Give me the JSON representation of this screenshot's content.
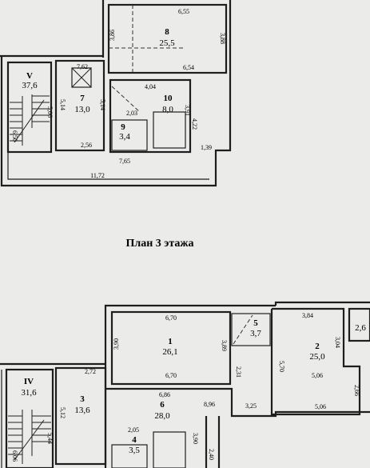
{
  "title": "План 3 этажа",
  "upper": {
    "rooms": [
      {
        "id": "8",
        "area": "25,5"
      },
      {
        "id": "V",
        "area": "37,6"
      },
      {
        "id": "7",
        "area": "13,0"
      },
      {
        "id": "10",
        "area": "8,0"
      },
      {
        "id": "9",
        "area": "3,4"
      }
    ],
    "dims": [
      "6,55",
      "3,88",
      "6,54",
      "3,86",
      "7,62",
      "4,04",
      "5,14",
      "5,14",
      "3,91",
      "2,03",
      "4,22",
      "1,39",
      "2,56",
      "7,65",
      "11,72",
      "5,06",
      "6,50"
    ]
  },
  "lower": {
    "rooms": [
      {
        "id": "1",
        "area": "26,1"
      },
      {
        "id": "5",
        "area": "3,7"
      },
      {
        "id": "2",
        "area": "25,0"
      },
      {
        "id": "IV",
        "area": "31,6"
      },
      {
        "id": "3",
        "area": "13,6"
      },
      {
        "id": "6",
        "area": "28,0"
      },
      {
        "id": "4",
        "area": "3,5"
      }
    ],
    "extra": "2,6",
    "dims": [
      "6,70",
      "3,84",
      "3,90",
      "3,89",
      "3,04",
      "5,70",
      "6,70",
      "2,31",
      "5,06",
      "2,72",
      "6,86",
      "8,96",
      "3,25",
      "5,06",
      "2,66",
      "5,12",
      "2,05",
      "3,90",
      "2,40",
      "5,44",
      "6,06"
    ]
  }
}
